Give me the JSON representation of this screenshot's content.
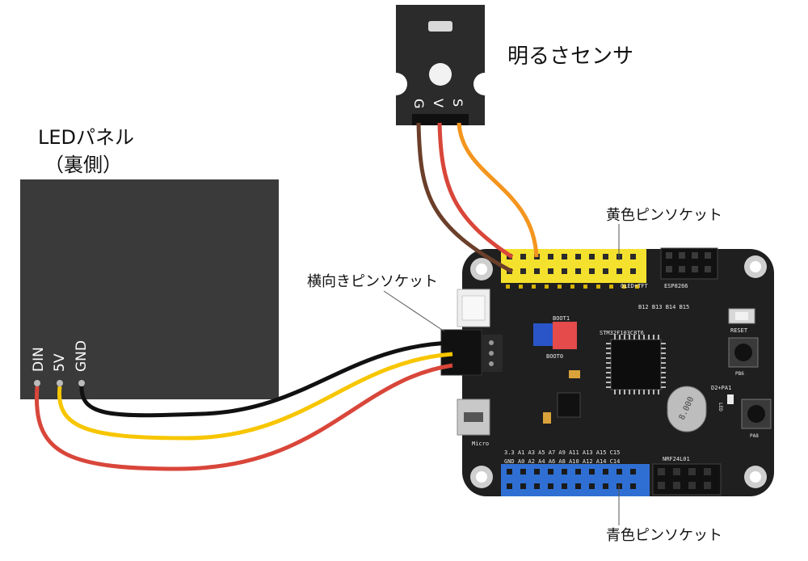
{
  "labels": {
    "sensor": "明るさセンサ",
    "led_panel_line1": "LEDパネル",
    "led_panel_line2": "（裏側）",
    "yellow_socket": "黄色ピンソケット",
    "side_socket": "横向きピンソケット",
    "blue_socket": "青色ピンソケット"
  },
  "led_pins": {
    "din": "DIN",
    "v5": "5V",
    "gnd": "GND"
  },
  "sensor_pins": {
    "g": "G",
    "v": "V",
    "s": "S"
  },
  "board_text": {
    "chip": "STM32F103C8T6",
    "reset": "RESET",
    "micro": "Micro",
    "nrf": "NRF24L01",
    "oled": "OLED+TFT",
    "esp": "ESP8266",
    "boot1": "BOOT1",
    "boot0": "BOOT0",
    "pb6": "PB6",
    "pa8": "PA8",
    "led": "LED",
    "d2pa1": "D2+PA1",
    "crystal": "8.000",
    "top_row": "B12 B13 B14 B15",
    "bottom_row1": "3.3  A1  A3  A5  A7  A9  A11 A13 A15 C15",
    "bottom_row2": "GND A0  A2  A4  A6  A8  A10 A12 A14 C14"
  },
  "colors": {
    "wire_black": "#111111",
    "wire_yellow": "#f7c600",
    "wire_red": "#d9463a",
    "wire_brown": "#6b3f2a",
    "wire_sensor_red": "#d9463a",
    "wire_orange": "#f4951f",
    "board": "#1f1f1f",
    "yellow_header": "#f4e12e",
    "blue_header": "#2f6fd3",
    "led_panel": "#3a3a3a",
    "sensor_body": "#2b2b2b"
  }
}
